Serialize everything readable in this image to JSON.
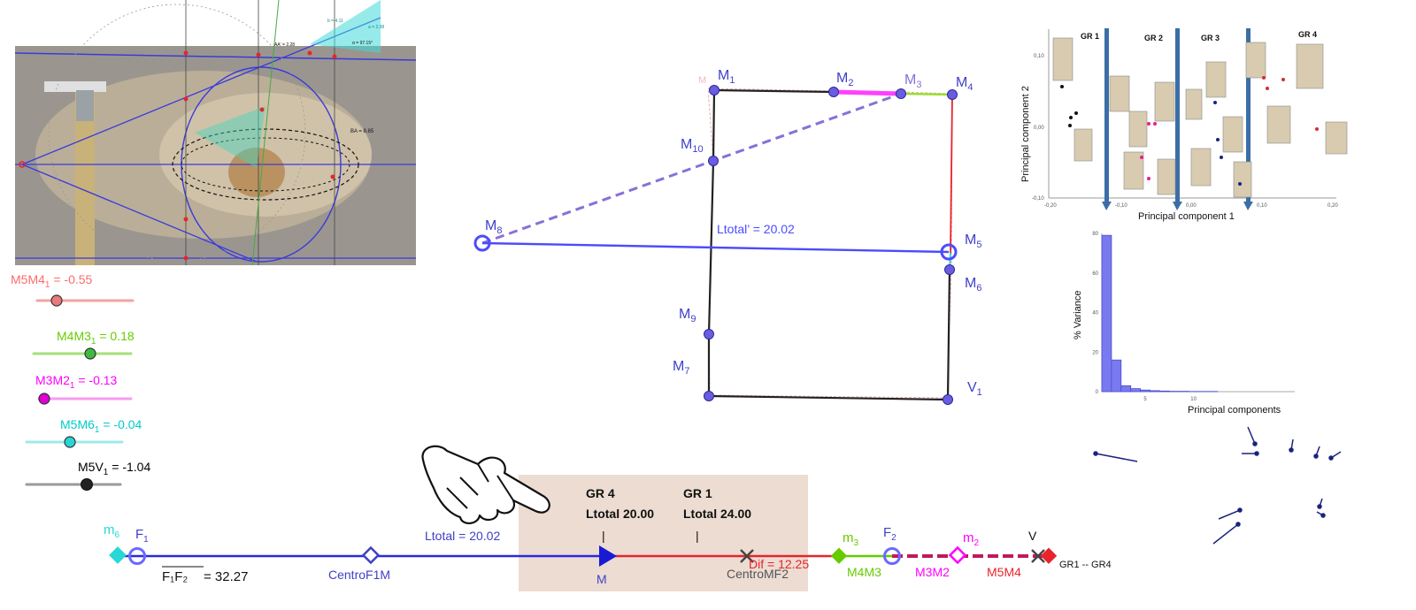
{
  "sliders": [
    {
      "id": "m5m4",
      "name": "M5M4",
      "sub": "1",
      "eq": " = -0.55",
      "color": "#ff6b6b",
      "knob": "#e9797a",
      "value": -0.55
    },
    {
      "id": "m4m3",
      "name": "M4M3",
      "sub": "1",
      "eq": " = 0.18",
      "color": "#66cc00",
      "knob": "#3fb93f",
      "value": 0.18
    },
    {
      "id": "m3m2",
      "name": "M3M2",
      "sub": "1",
      "eq": " = -0.13",
      "color": "#ff00ff",
      "knob": "#e000d6",
      "value": -0.13
    },
    {
      "id": "m5m6",
      "name": "M5M6",
      "sub": "1",
      "eq": " = -0.04",
      "color": "#00cccc",
      "knob": "#26d6d6",
      "value": -0.04
    },
    {
      "id": "m5v",
      "name": "M5V",
      "sub": "1",
      "eq": " = -1.04",
      "color": "#000000",
      "knob": "#222222",
      "value": -1.04
    }
  ],
  "points": {
    "m1": {
      "label": "M",
      "sub": "1"
    },
    "m2": {
      "label": "M",
      "sub": "2"
    },
    "m3": {
      "label": "M",
      "sub": "3"
    },
    "m4": {
      "label": "M",
      "sub": "4"
    },
    "m5": {
      "label": "M",
      "sub": "5"
    },
    "m6": {
      "label": "M",
      "sub": "6"
    },
    "m7": {
      "label": "M",
      "sub": "7"
    },
    "m8": {
      "label": "M",
      "sub": "8"
    },
    "m9": {
      "label": "M",
      "sub": "9"
    },
    "m10": {
      "label": "M",
      "sub": "10"
    },
    "v1": {
      "label": "V",
      "sub": "1"
    }
  },
  "ltotal_prime": "Ltotal’ = 20.02",
  "number_line": {
    "m6": {
      "label": "m",
      "sub": "6"
    },
    "f1": {
      "label": "F",
      "sub": "1"
    },
    "f2": {
      "label": "F",
      "sub": "2"
    },
    "m3": {
      "label": "m",
      "sub": "3"
    },
    "m2": {
      "label": "m",
      "sub": "2"
    },
    "v": "V",
    "f1f2_label": "F₁F₂",
    "f1f2_value": " =  32.27",
    "centro_f1m": "CentroF1M",
    "ltotal": "Ltotal = 20.02",
    "m_label": "M",
    "gr4_title": "GR 4",
    "gr4_ltotal": "Ltotal 20.00",
    "gr1_title": "GR 1",
    "gr1_ltotal": "Ltotal 24.00",
    "tick": "|",
    "dif": "Dif = 12.25",
    "centro_mf2": "CentroMF2",
    "m4m3": "M4M3",
    "m3m2": "M3M2",
    "m5m4": "M5M4",
    "gr_range": "GR1 -- GR4"
  },
  "pca_plot": {
    "groups": [
      "GR 1",
      "GR 2",
      "GR 3",
      "GR 4"
    ],
    "ylabel": "Principal component 2",
    "xlabel": "Principal component 1",
    "yticks": [
      "0,10",
      "0,00",
      "-0,10"
    ],
    "xticks": [
      "-0,20",
      "-0,10",
      "0,00",
      "0,10",
      "0,20"
    ]
  },
  "chart_data": {
    "type": "bar",
    "title": "",
    "xlabel": "Principal components",
    "ylabel": "% Variance",
    "categories": [
      "1",
      "2",
      "3",
      "4",
      "5",
      "6",
      "7",
      "8",
      "9",
      "10",
      "11",
      "12",
      "13",
      "14",
      "15",
      "16",
      "17",
      "18",
      "19",
      "20"
    ],
    "values": [
      79,
      16,
      3,
      1.5,
      0.8,
      0.5,
      0.3,
      0.2,
      0.2,
      0.1,
      0.1,
      0.1,
      0,
      0,
      0,
      0,
      0,
      0,
      0,
      0
    ],
    "ylim": [
      0,
      80
    ],
    "yticks": [
      "0",
      "20",
      "40",
      "60",
      "80"
    ],
    "xticks": [
      "5",
      "10"
    ]
  },
  "photo": {
    "ba_label": "BA = 8.85",
    "triangle_labels": [
      "b = 4.11",
      "a = 2.38",
      "α = 97.15°"
    ],
    "ruler_label": "AA' = 2.28"
  },
  "colors": {
    "blue": "#3a3adb",
    "red": "#e8242b",
    "purple": "#8870d8",
    "pink": "#ff40ff",
    "green": "#66cc00",
    "cyan": "#28d8d8",
    "panel": "#ecdcd2"
  }
}
